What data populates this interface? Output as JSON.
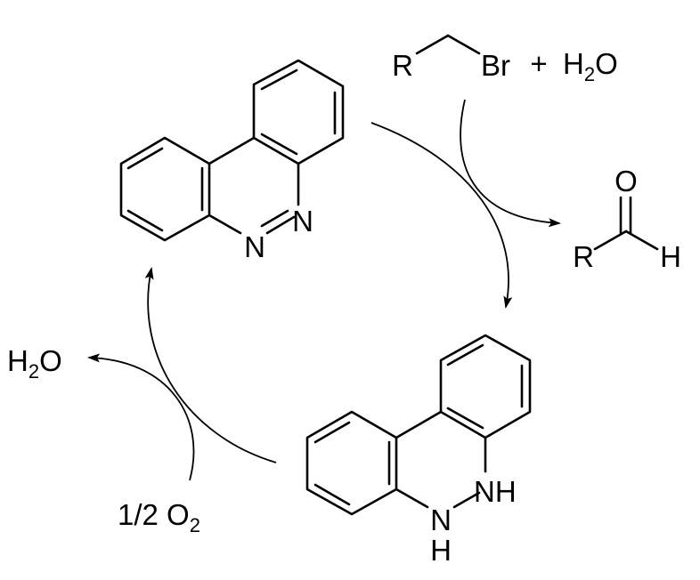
{
  "reagent": {
    "r": "R",
    "br": "Br",
    "plus": "+",
    "water_h": "H",
    "water_sub": "2",
    "water_o": "O"
  },
  "product": {
    "r": "R",
    "o": "O",
    "h": "H"
  },
  "azo": {
    "n1": "N",
    "n2": "N"
  },
  "hydrazo": {
    "n1": "N",
    "h1": "H",
    "n2": "NH"
  },
  "water_out": {
    "h": "H",
    "sub": "2",
    "o": "O"
  },
  "oxygen": {
    "frac": "1/2 O",
    "sub": "2"
  }
}
